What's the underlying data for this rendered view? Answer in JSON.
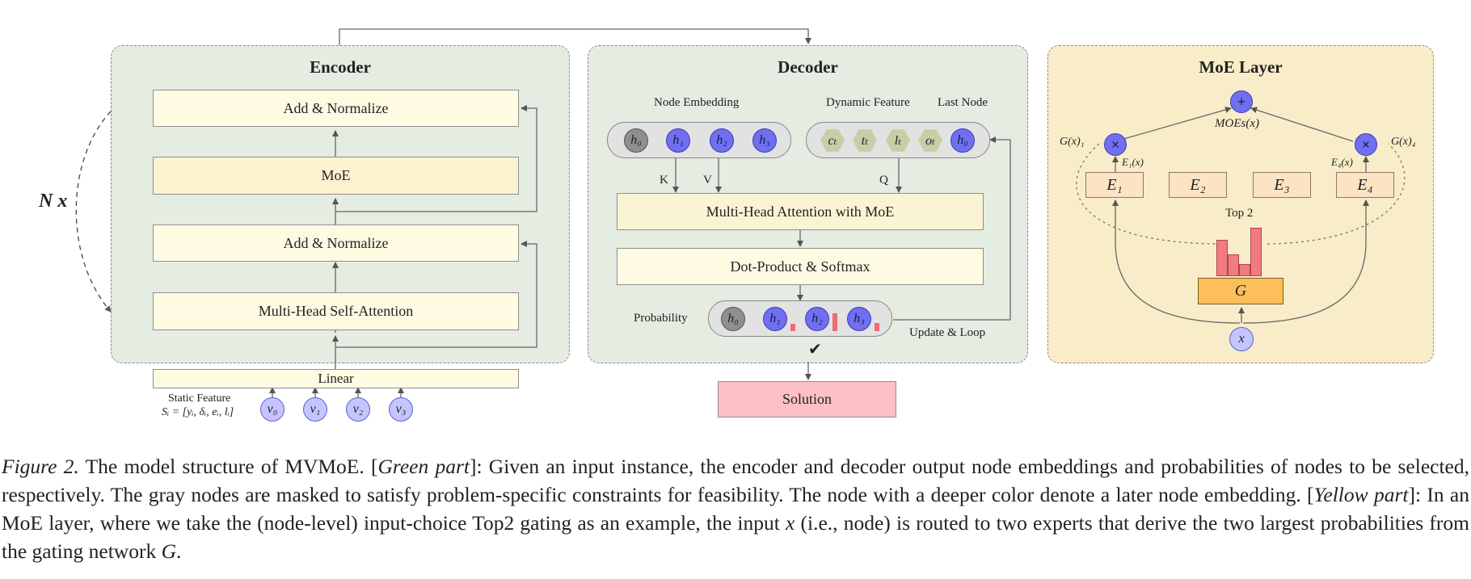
{
  "encoder": {
    "title": "Encoder",
    "add_norm_top": "Add & Normalize",
    "moe": "MoE",
    "add_norm_bottom": "Add & Normalize",
    "mhsa": "Multi-Head Self-Attention",
    "linear": "Linear",
    "repeat_label": "N x",
    "static_feature_label": "Static Feature",
    "static_feature_formula": "Sᵢ = [yᵢ, δᵢ, eᵢ, lᵢ]",
    "input_nodes": [
      "v₀",
      "v₁",
      "v₂",
      "v₃"
    ]
  },
  "decoder": {
    "title": "Decoder",
    "node_embedding_label": "Node Embedding",
    "dynamic_feature_label": "Dynamic Feature",
    "last_node_label": "Last Node",
    "embedding_nodes": [
      "h₀",
      "h₁",
      "h₂",
      "h₃"
    ],
    "dynamic_nodes": [
      "cₜ",
      "tₜ",
      "lₜ",
      "oₜ"
    ],
    "last_node": "h₀",
    "k_label": "K",
    "v_label": "V",
    "q_label": "Q",
    "mha": "Multi-Head Attention with MoE",
    "dot_product": "Dot-Product & Softmax",
    "probability_label": "Probability",
    "prob_nodes": [
      "h₀",
      "h₁",
      "h₂",
      "h₃"
    ],
    "probabilities": [
      0,
      0.4,
      1.0,
      0.45
    ],
    "update_loop_label": "Update & Loop",
    "check": "✔",
    "solution": "Solution"
  },
  "moe_layer": {
    "title": "MoE Layer",
    "sum_symbol": "+",
    "mul_symbol": "×",
    "moe_output_label": "MOEs(x)",
    "gate_left_label": "G(x)₁",
    "gate_right_label": "G(x)₄",
    "e1_output_label": "E₁(x)",
    "e4_output_label": "E₄(x)",
    "experts": [
      "E₁",
      "E₂",
      "E₃",
      "E₄"
    ],
    "top_label": "Top 2",
    "gate_scores": [
      0.75,
      0.45,
      0.25,
      1.0
    ],
    "gate_name": "G",
    "input_node": "x"
  },
  "caption": {
    "figure_label": "Figure 2.",
    "text_1": " The model structure of MVMoE. [",
    "green_part": "Green part",
    "text_2": "]: Given an input instance, the encoder and decoder output node embeddings and probabilities of nodes to be selected, respectively. The gray nodes are masked to satisfy problem-specific constraints for feasibility. The node with a deeper color denote a later node embedding. [",
    "yellow_part": "Yellow part",
    "text_3": "]: In an MoE layer, where we take the (node-level) input-choice Top2 gating as an example, the input ",
    "var_x": "x",
    "text_4": " (i.e., node) is routed to two experts that derive the two largest probabilities from the gating network ",
    "var_g": "G",
    "text_5": "."
  }
}
